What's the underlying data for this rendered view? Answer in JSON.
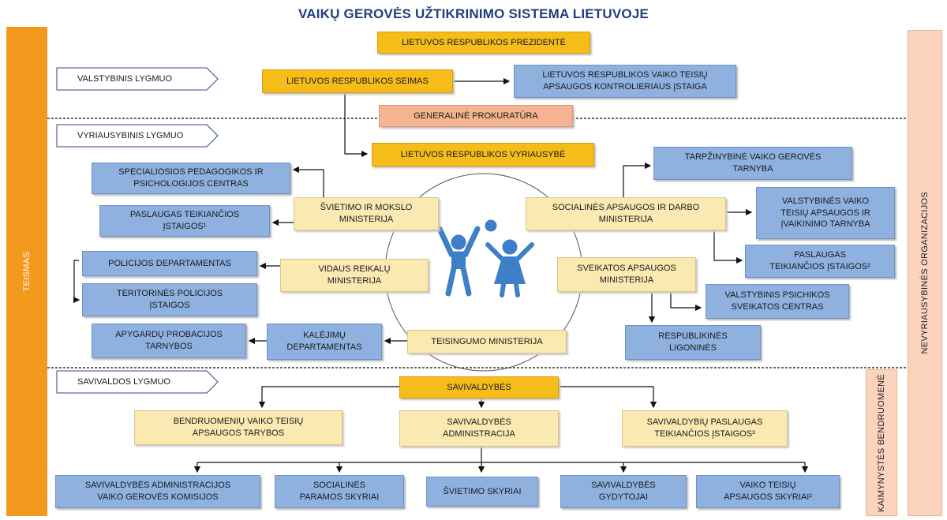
{
  "title": "VAIKŲ GEROVĖS UŽTIKRINIMO SISTEMA LIETUVOJE",
  "side_bars": {
    "left": "TEISMAS",
    "right": "NEVYRIAUSYBINĖS ORGANIZACIJOS",
    "community": "KAIMYNYSTĖS BENDRUOMENĖ"
  },
  "levels": {
    "state": "VALSTYBINIS LYGMUO",
    "government": "VYRIAUSYBINIS LYGMUO",
    "municipal": "SAVIVALDOS LYGMUO"
  },
  "nodes": {
    "president": "LIETUVOS RESPUBLIKOS PREZIDENTĖ",
    "seimas": "LIETUVOS RESPUBLIKOS SEIMAS",
    "ombudsman": "LIETUVOS RESPUBLIKOS VAIKO TEISIŲ\nAPSAUGOS KONTROLIERIAUS ĮSTAIGA",
    "prosecutor": "GENERALINĖ PROKURATŪRA",
    "government": "LIETUVOS RESPUBLIKOS VYRIAUSYBĖ",
    "pedagogy_centre": "SPECIALIOSIOS PEDAGOGIKOS IR\nPSICHOLOGIJOS CENTRAS",
    "education_services": "PASLAUGAS TEIKIANČIOS\nĮSTAIGOS¹",
    "education_ministry": "ŠVIETIMO IR MOKSLO\nMINISTERIJA",
    "police_dept": "POLICIJOS DEPARTAMENTAS",
    "territorial_police": "TERITORINĖS POLICIJOS\nĮSTAIGOS",
    "interior_ministry": "VIDAUS REIKALŲ\nMINISTERIJA",
    "probation": "APYGARDŲ PROBACIJOS\nTARNYBOS",
    "prison_dept": "KALĖJIMŲ\nDEPARTAMENTAS",
    "justice_ministry": "TEISINGUMO MINISTERIJA",
    "interinstitutional": "TARPŽINYBINĖ VAIKO GEROVĖS\nTARNYBA",
    "social_ministry": "SOCIALINĖS APSAUGOS IR DARBO\nMINISTERIJA",
    "child_rights_service": "VALSTYBINĖS VAIKO\nTEISIŲ APSAUGOS IR\nĮVAIKINIMO TARNYBA",
    "social_services": "PASLAUGAS\nTEIKIANČIOS  ĮSTAIGOS²",
    "health_ministry": "SVEIKATOS APSAUGOS\nMINISTERIJA",
    "mental_health": "VALSTYBINIS PSICHIKOS\nSVEIKATOS CENTRAS",
    "hospitals": "RESPUBLIKINĖS\nLIGONINĖS",
    "municipalities": "SAVIVALDYBĖS",
    "community_councils": "BENDRUOMENIŲ VAIKO TEISIŲ\nAPSAUGOS TARYBOS",
    "municipal_admin": "SAVIVALDYBĖS\nADMINISTRACIJA",
    "municipal_services": "SAVIVALDYBIŲ PASLAUGAS\nTEIKIANČIOS ĮSTAIGOS³",
    "welfare_commission": "SAVIVALDYBĖS ADMINISTRACIJOS\nVAIKO GEROVĖS KOMISIJOS",
    "social_support": "SOCIALINĖS\nPARAMOS SKYRIAI",
    "education_dept": "ŠVIETIMO SKYRIAI",
    "municipal_doctors": "SAVIVALDYBĖS\nGYDYTOJAI",
    "child_rights_depts": "VAIKO TEISIŲ\nAPSAUGOS SKYRIAI²"
  },
  "colors": {
    "blue_box": "#8fb1e0",
    "yellow_box": "#fbe9b2",
    "gold_box": "#f6bd1a",
    "salmon_box": "#f5b491",
    "left_bar": "#f39a1e",
    "right_bar": "#fcd3bd",
    "community_bar": "#fcd3bd",
    "children_icon": "#3e7fc8",
    "title": "#1f3f7a"
  },
  "icons": [
    "children-icon",
    "ball-icon"
  ]
}
